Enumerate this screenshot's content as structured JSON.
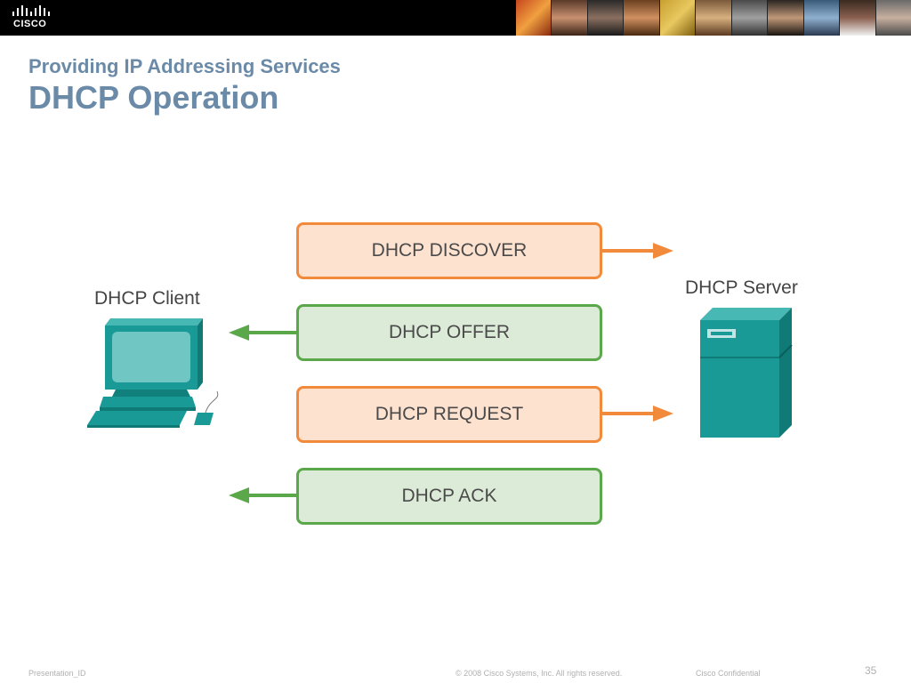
{
  "header": {
    "logo_text": "CISCO"
  },
  "slide": {
    "subtitle": "Providing IP Addressing Services",
    "title": "DHCP Operation"
  },
  "diagram": {
    "client_label": "DHCP Client",
    "server_label": "DHCP Server",
    "messages": [
      {
        "label": "DHCP DISCOVER",
        "direction": "to-server",
        "color": "#f28a3c"
      },
      {
        "label": "DHCP OFFER",
        "direction": "to-client",
        "color": "#5aa84a"
      },
      {
        "label": "DHCP REQUEST",
        "direction": "to-server",
        "color": "#f28a3c"
      },
      {
        "label": "DHCP ACK",
        "direction": "to-client",
        "color": "#5aa84a"
      }
    ],
    "icons": {
      "client": "computer-icon",
      "server": "server-icon"
    },
    "device_color": "#1a9a96"
  },
  "footer": {
    "presentation_id": "Presentation_ID",
    "copyright": "© 2008 Cisco Systems, Inc. All rights reserved.",
    "confidential": "Cisco Confidential",
    "page_number": "35"
  }
}
